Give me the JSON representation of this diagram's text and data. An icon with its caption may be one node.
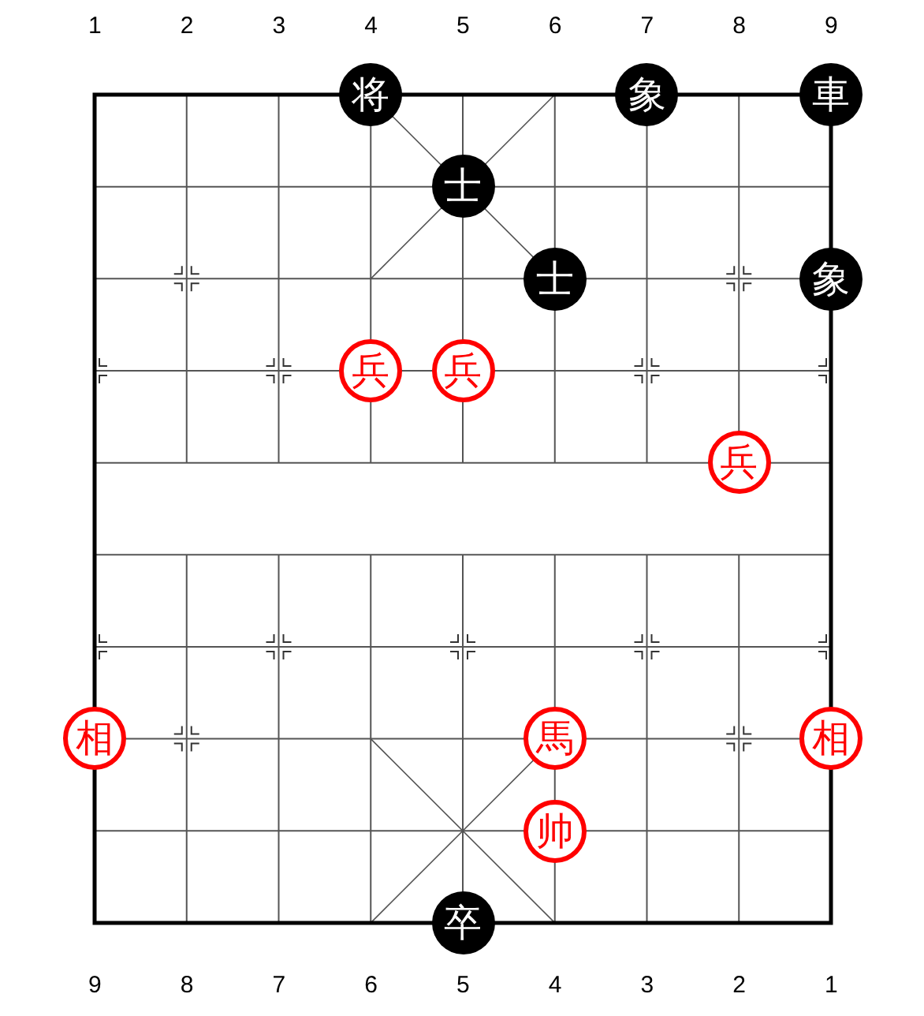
{
  "diagram": {
    "nodes": [
      {
        "text": [
          "将"
        ]
      },
      {
        "text": [
          "象"
        ]
      },
      {
        "text": [
          "車"
        ]
      },
      {
        "text": [
          "士"
        ]
      },
      {
        "text": [
          "士"
        ]
      },
      {
        "text": [
          "象"
        ]
      },
      {
        "text": [
          "兵"
        ]
      },
      {
        "text": [
          "兵"
        ]
      },
      {
        "text": [
          "兵"
        ]
      },
      {
        "text": [
          "相"
        ]
      },
      {
        "text": [
          "馬"
        ]
      },
      {
        "text": [
          "相"
        ]
      },
      {
        "text": [
          "帅"
        ]
      },
      {
        "text": [
          "卒"
        ]
      }
    ],
    "labels": [
      "1",
      "2",
      "3",
      "4",
      "5",
      "6",
      "7",
      "8",
      "9",
      "9",
      "8",
      "7",
      "6",
      "5",
      "4",
      "3",
      "2",
      "1"
    ]
  }
}
